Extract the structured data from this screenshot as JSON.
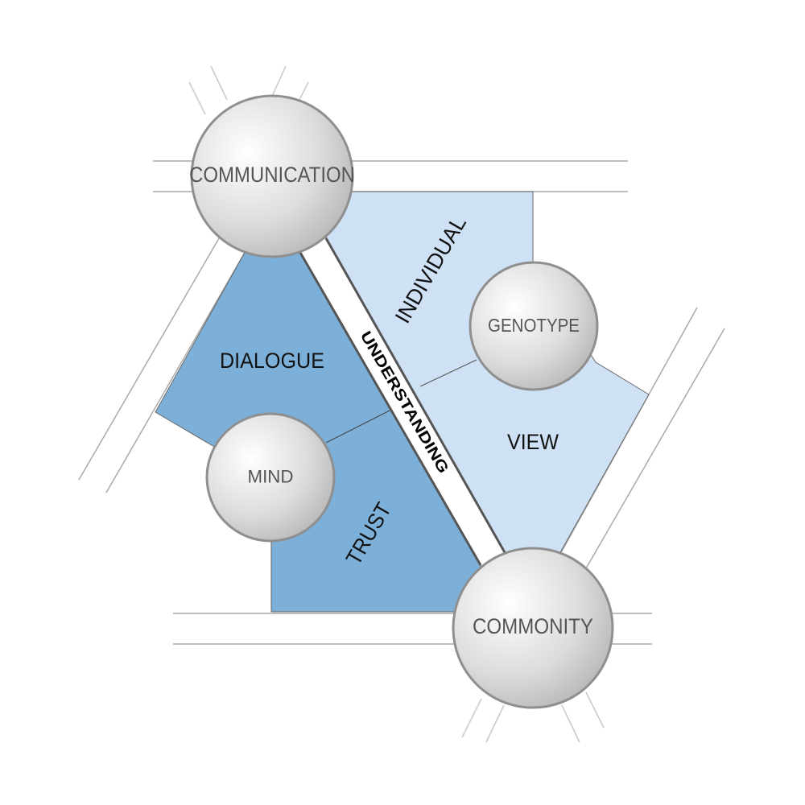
{
  "nodes": {
    "communication": "COMMUNICATION",
    "genotype": "GENOTYPE",
    "mind": "MIND",
    "commonity": "COMMONITY"
  },
  "regions": {
    "dialogue": "DIALOGUE",
    "trust": "TRUST",
    "individual": "INDIVIDUAL",
    "view": "VIEW"
  },
  "strip": {
    "understanding": "UNDERSTANDING"
  },
  "colors": {
    "dark_region": "#7DB0D9",
    "light_region": "#CFE2F5",
    "node_stroke": "#8f8f8f"
  }
}
